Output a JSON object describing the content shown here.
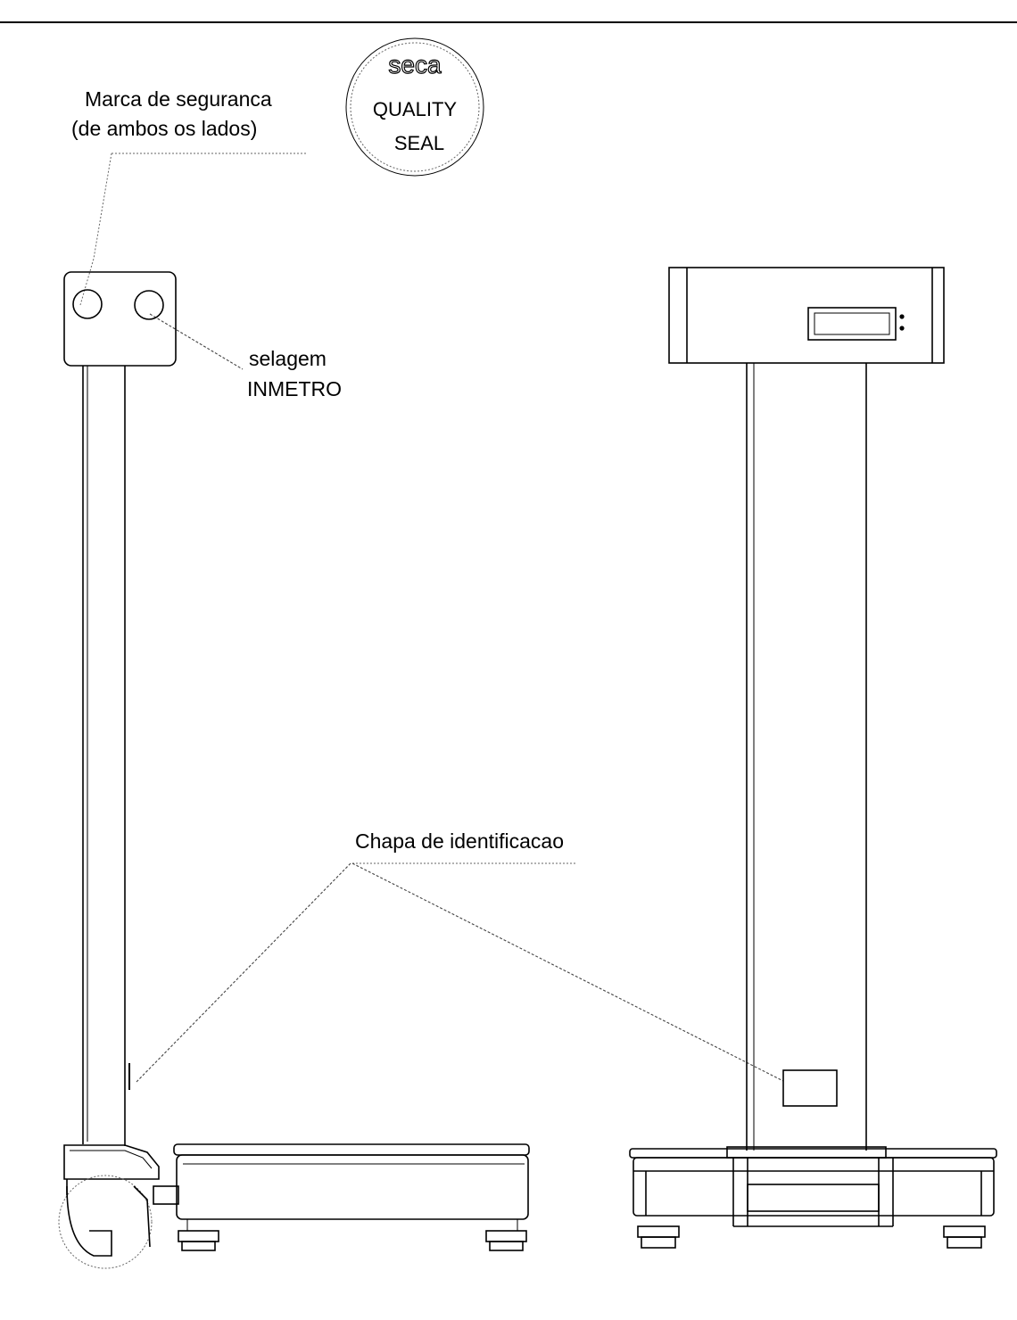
{
  "labels": {
    "security_mark_line1": "Marca de seguranca",
    "security_mark_line2": "(de ambos os lados)",
    "seal_line1": "selagem",
    "seal_line2": "INMETRO",
    "id_plate": "Chapa de identificacao"
  },
  "quality_seal": {
    "brand": "seca",
    "line1": "QUALITY",
    "line2": "SEAL"
  }
}
